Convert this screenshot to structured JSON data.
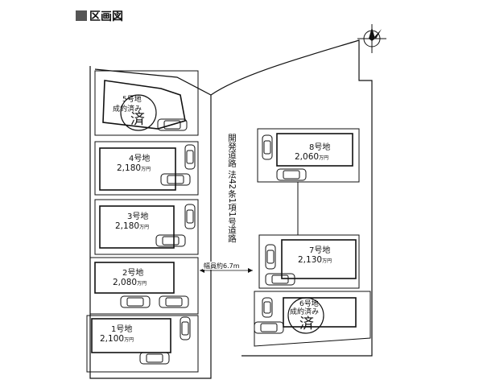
{
  "title": "区画図",
  "road": {
    "label": "開発道路 法42条1項1号道路",
    "width": "幅員約6.7m"
  },
  "lots": [
    {
      "id": "1",
      "name": "1号地",
      "price": "2,100",
      "unit": "万円",
      "sold": false
    },
    {
      "id": "2",
      "name": "2号地",
      "price": "2,080",
      "unit": "万円",
      "sold": false
    },
    {
      "id": "3",
      "name": "3号地",
      "price": "2,180",
      "unit": "万円",
      "sold": false
    },
    {
      "id": "4",
      "name": "4号地",
      "price": "2,180",
      "unit": "万円",
      "sold": false
    },
    {
      "id": "5",
      "name": "5号地",
      "price": "",
      "unit": "",
      "sold": true,
      "sold_label": "成約済み"
    },
    {
      "id": "6",
      "name": "6号地",
      "price": "",
      "unit": "",
      "sold": true,
      "sold_label": "成約済み"
    },
    {
      "id": "7",
      "name": "7号地",
      "price": "2,130",
      "unit": "万円",
      "sold": false
    },
    {
      "id": "8",
      "name": "8号地",
      "price": "2,060",
      "unit": "万円",
      "sold": false
    }
  ],
  "sold_stamp": "済",
  "icons": {
    "compass": "north-arrow-compass-icon",
    "car": "parked-car-icon",
    "title_marker": "dark-square-icon"
  }
}
